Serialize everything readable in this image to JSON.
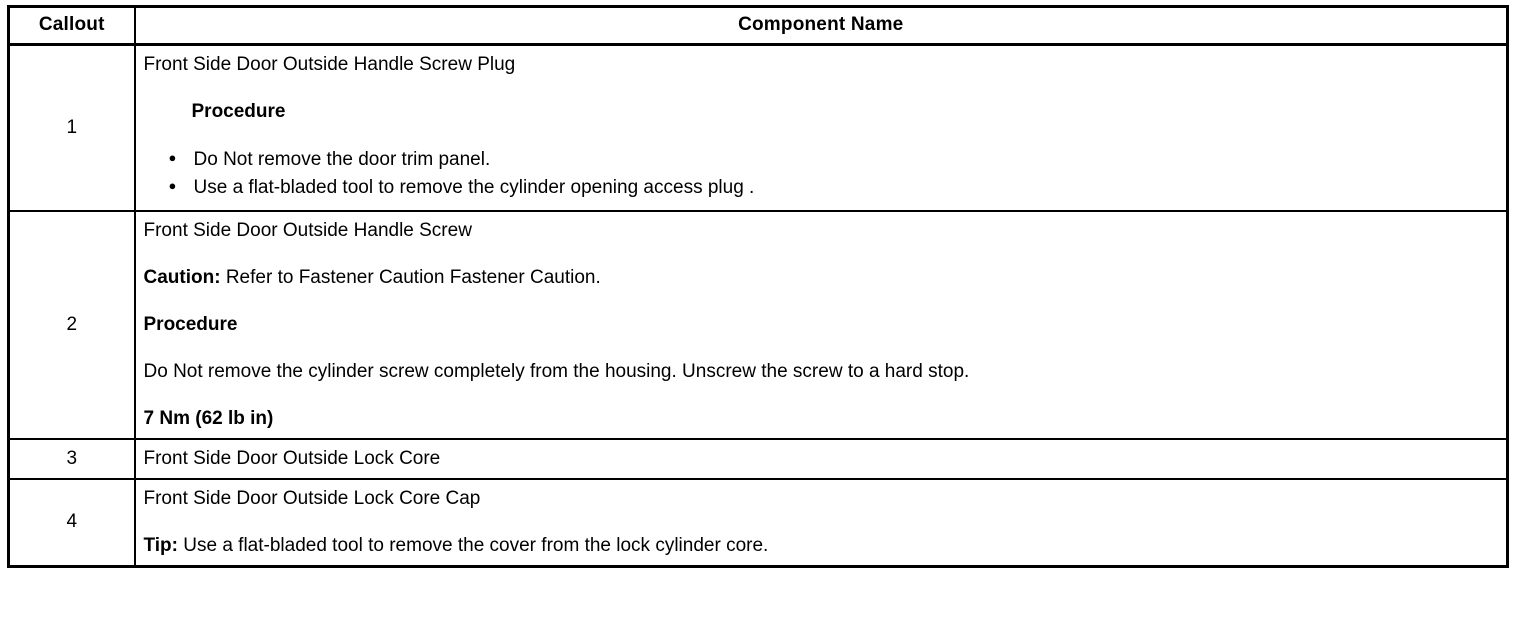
{
  "table": {
    "headers": {
      "callout": "Callout",
      "component_name": "Component Name"
    },
    "rows": [
      {
        "callout": "1",
        "title": "Front Side Door Outside Handle Screw Plug",
        "procedure_heading": "Procedure",
        "bullets": [
          "Do Not remove the door trim panel.",
          "Use a flat-bladed tool to remove the cylinder opening access plug ."
        ]
      },
      {
        "callout": "2",
        "title": "Front Side Door Outside Handle Screw",
        "caution_label": "Caution:",
        "caution_text": " Refer to Fastener Caution Fastener Caution.",
        "procedure_heading": "Procedure",
        "procedure_text": "Do Not remove the cylinder screw completely from the housing. Unscrew the screw to a hard stop.",
        "torque": "7 Nm (62 lb in)"
      },
      {
        "callout": "3",
        "title": "Front Side Door Outside Lock Core"
      },
      {
        "callout": "4",
        "title": "Front Side Door Outside Lock Core Cap",
        "tip_label": "Tip:",
        "tip_text": " Use a flat-bladed tool to remove the cover from the lock cylinder core."
      }
    ]
  },
  "colors": {
    "border": "#000000",
    "text": "#000000",
    "background": "#ffffff"
  }
}
